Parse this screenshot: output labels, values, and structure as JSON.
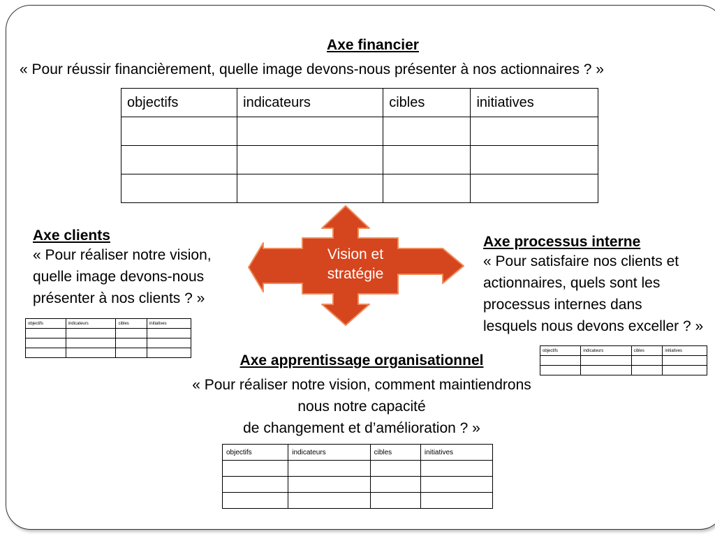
{
  "colors": {
    "arrow_fill": "#D5451E",
    "arrow_stroke": "#F08C5A",
    "arrow_text": "#FFFFFF"
  },
  "center": {
    "line1": "Vision et",
    "line2": "stratégie"
  },
  "financial": {
    "title": "Axe financier",
    "quote": "« Pour réussir financièrement, quelle image devons-nous présenter à nos actionnaires ? »",
    "headers": [
      "objectifs",
      "indicateurs",
      "cibles",
      "initiatives"
    ]
  },
  "clients": {
    "title": "Axe clients",
    "quote_lines": [
      "« Pour réaliser notre vision,",
      "quelle image devons-nous",
      "présenter à nos  clients ? »"
    ],
    "headers": [
      "objectifs",
      "indicateurs",
      "cibles",
      "initiatives"
    ]
  },
  "process": {
    "title": "Axe processus interne",
    "quote_lines": [
      "« Pour satisfaire nos clients et",
      "actionnaires, quels sont les",
      "processus internes dans",
      "lesquels nous devons exceller ? »"
    ],
    "headers": [
      "objectifs",
      "indicateurs",
      "cibles",
      "initiatives"
    ]
  },
  "learning": {
    "title": "Axe apprentissage organisationnel",
    "quote_lines": [
      "« Pour réaliser notre vision, comment maintiendrons",
      "nous notre capacité",
      "de changement et d’amélioration ? »"
    ],
    "headers": [
      "objectifs",
      "indicateurs",
      "cibles",
      "initiatives"
    ]
  }
}
